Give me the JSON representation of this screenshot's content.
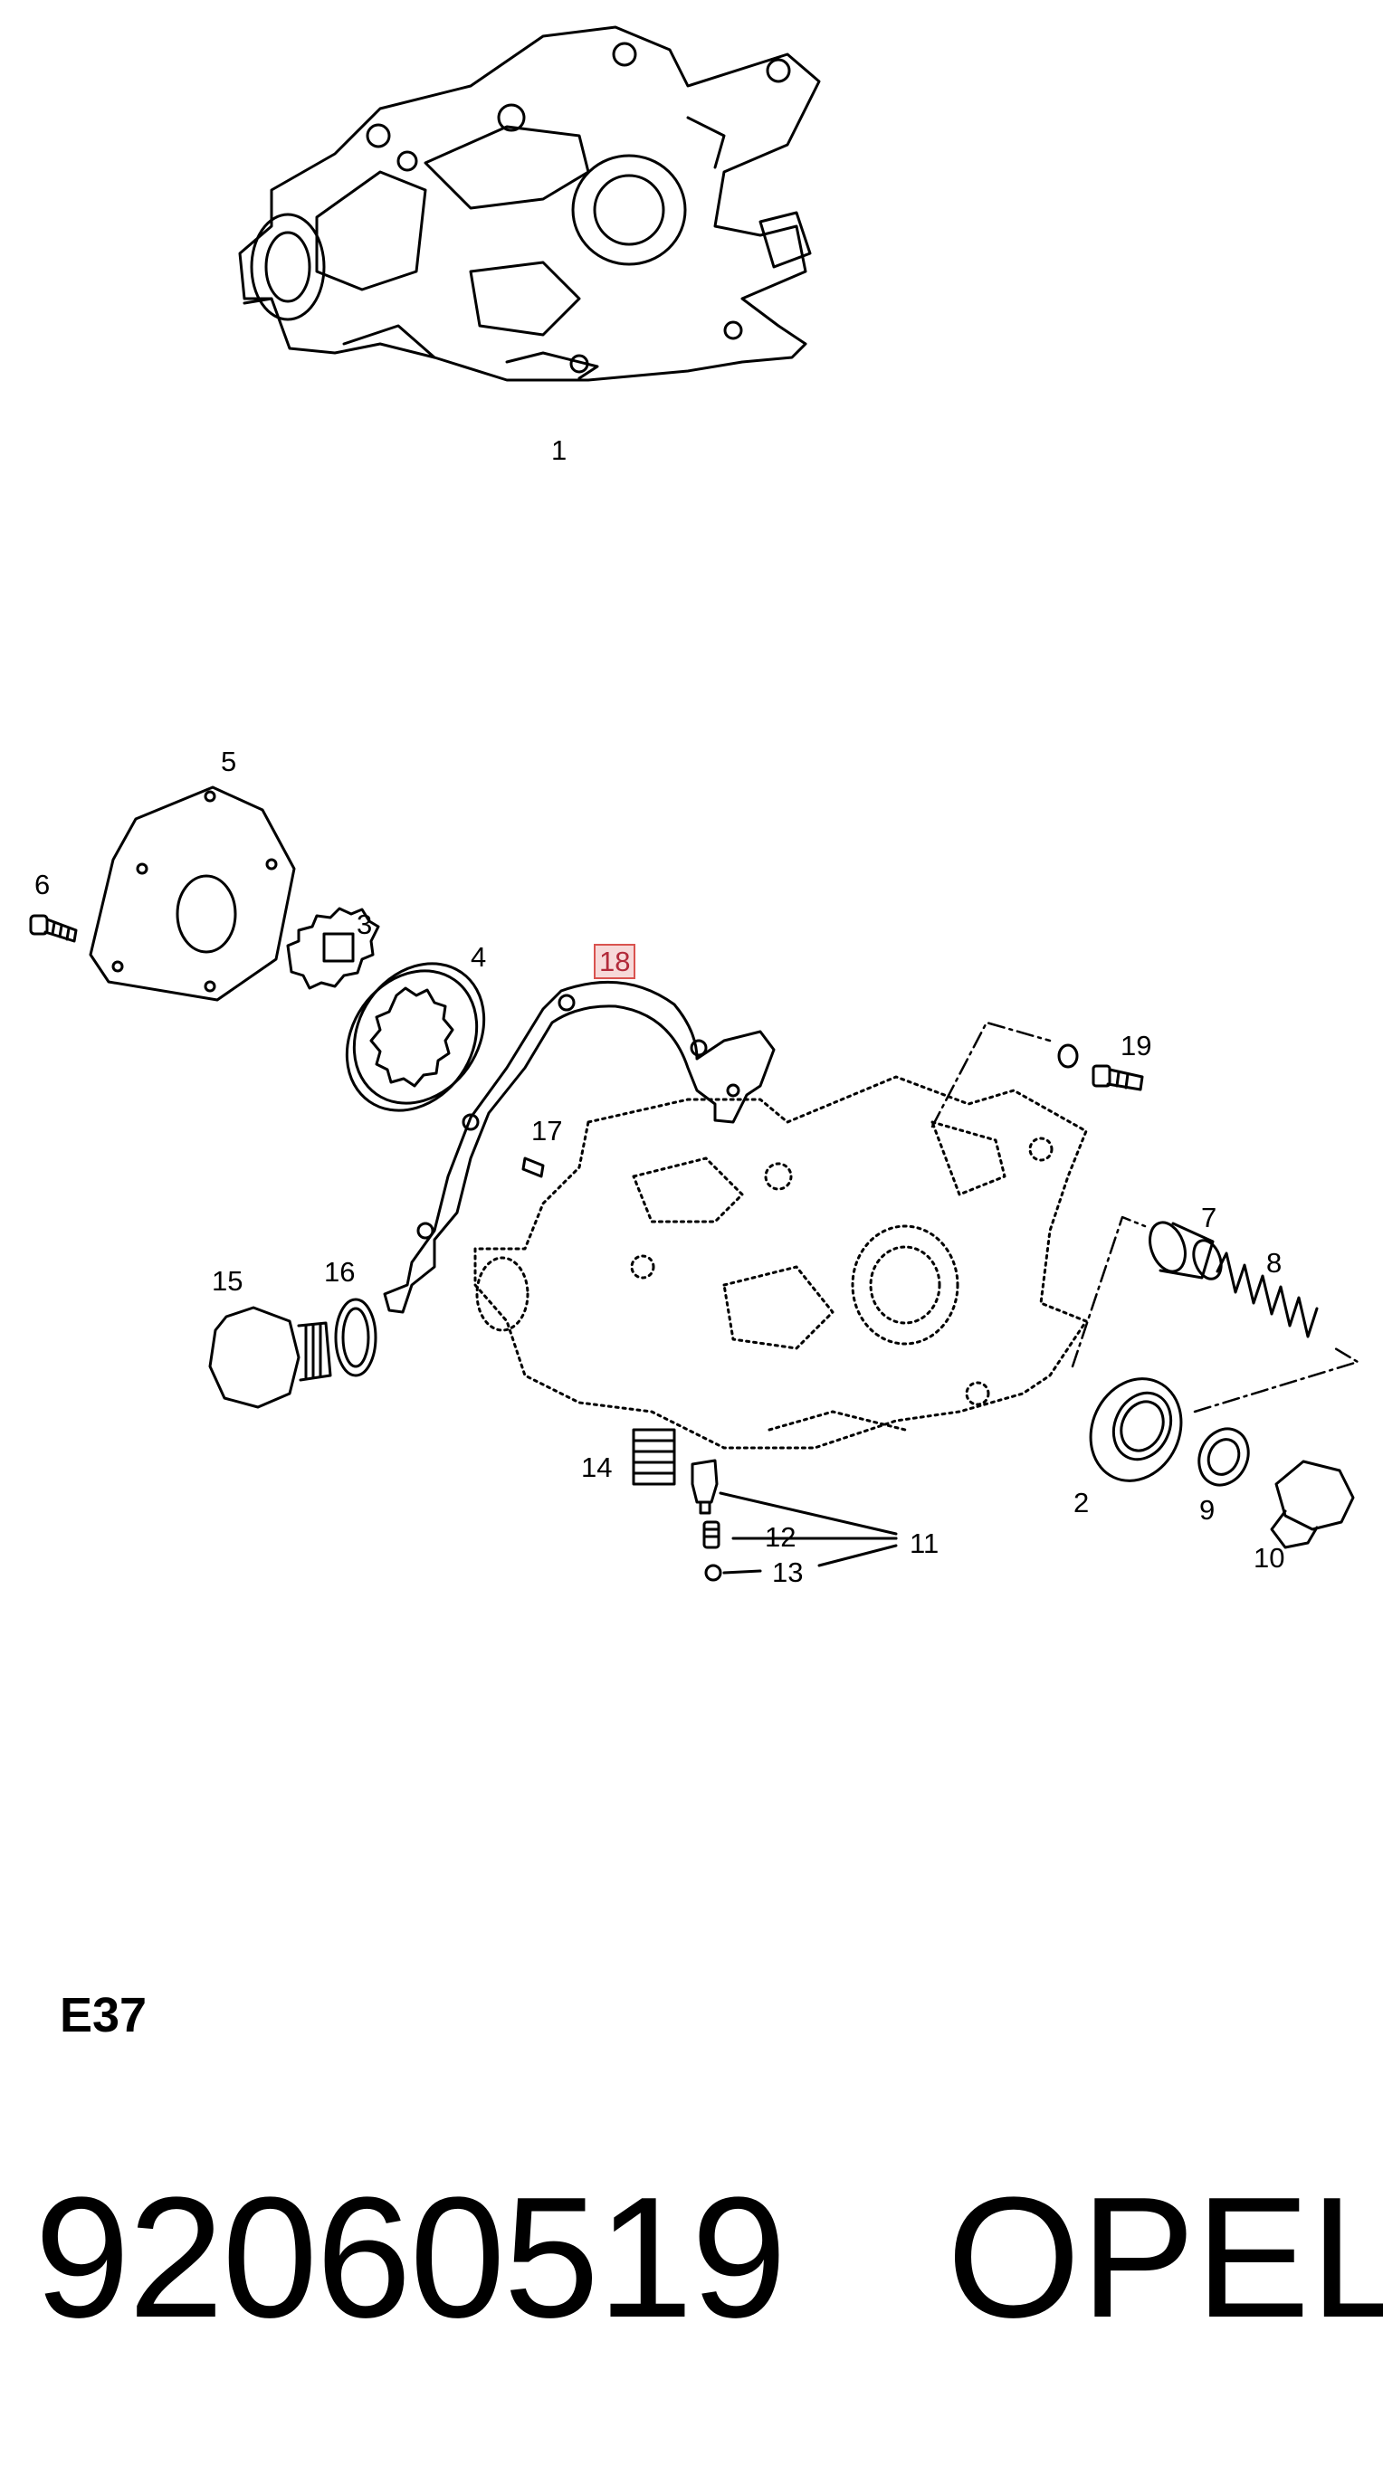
{
  "callouts": {
    "c1": "1",
    "c2": "2",
    "c3": "3",
    "c4": "4",
    "c5": "5",
    "c6": "6",
    "c7": "7",
    "c8": "8",
    "c9": "9",
    "c10": "10",
    "c11": "11",
    "c12": "12",
    "c13": "13",
    "c14": "14",
    "c15": "15",
    "c16": "16",
    "c17": "17",
    "c18": "18",
    "c19": "19"
  },
  "highlighted_callout": "18",
  "section_code": "E37",
  "part_number": "92060519",
  "brand": "OPEL",
  "colors": {
    "highlight_fill": "#f7d9d9",
    "highlight_border": "#d9534f",
    "highlight_text": "#b22a3a"
  }
}
